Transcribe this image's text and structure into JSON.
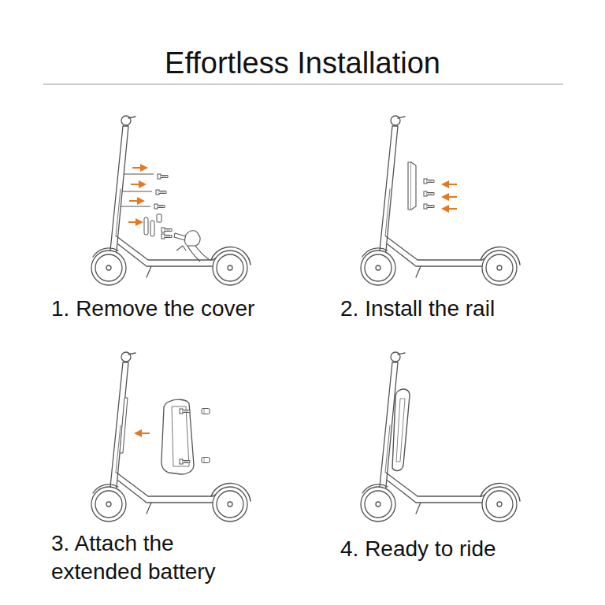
{
  "diagram": {
    "title": "Effortless Installation",
    "labels": [
      "1. Remove the cover",
      "2. Install the rail",
      "3. Attach the extended battery",
      "4. Ready to ride"
    ]
  }
}
